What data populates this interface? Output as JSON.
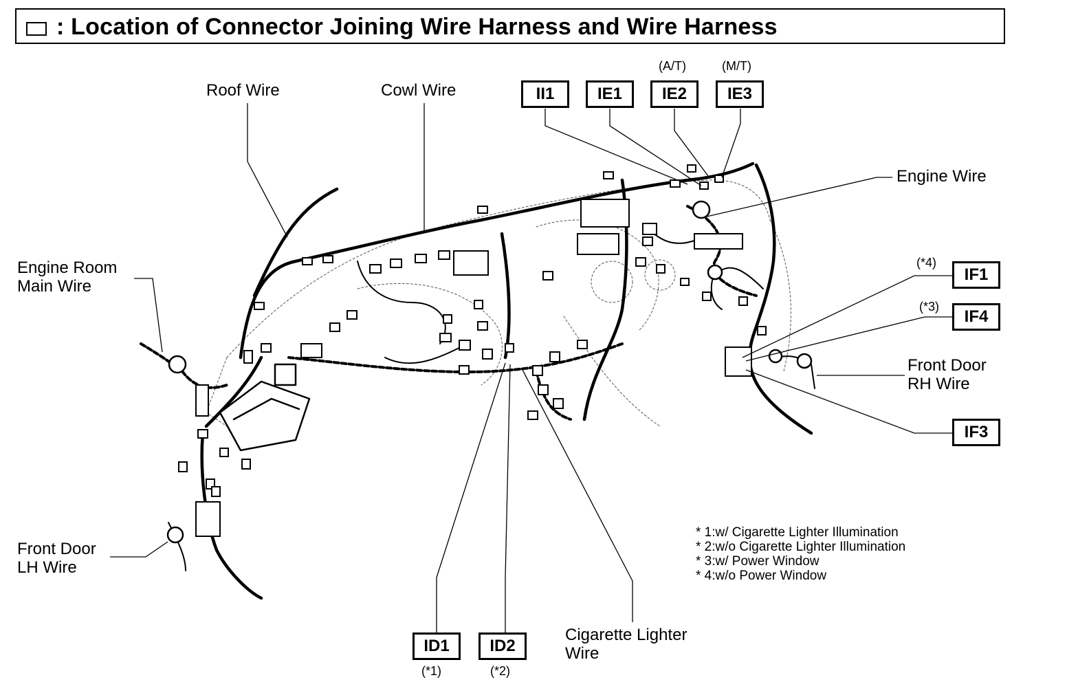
{
  "title": {
    "text": ": Location of Connector Joining Wire Harness and Wire Harness"
  },
  "wires": {
    "roof": "Roof Wire",
    "cowl": "Cowl Wire",
    "engine": "Engine Wire",
    "engine_room_main_1": "Engine Room",
    "engine_room_main_2": "Main Wire",
    "front_door_lh_1": "Front Door",
    "front_door_lh_2": "LH Wire",
    "front_door_rh_1": "Front Door",
    "front_door_rh_2": "RH Wire",
    "cigarette_lighter_1": "Cigarette Lighter",
    "cigarette_lighter_2": "Wire"
  },
  "connectors": {
    "ii1": "II1",
    "ie1": "IE1",
    "ie2": "IE2",
    "ie3": "IE3",
    "if1": "IF1",
    "if4": "IF4",
    "if3": "IF3",
    "id1": "ID1",
    "id2": "ID2"
  },
  "conditions": {
    "ie2": "(A/T)",
    "ie3": "(M/T)",
    "if1": "(*4)",
    "if4": "(*3)",
    "id1": "(*1)",
    "id2": "(*2)"
  },
  "notes": [
    "* 1:w/ Cigarette Lighter Illumination",
    "* 2:w/o Cigarette Lighter Illumination",
    "* 3:w/ Power Window",
    "* 4:w/o Power Window"
  ]
}
